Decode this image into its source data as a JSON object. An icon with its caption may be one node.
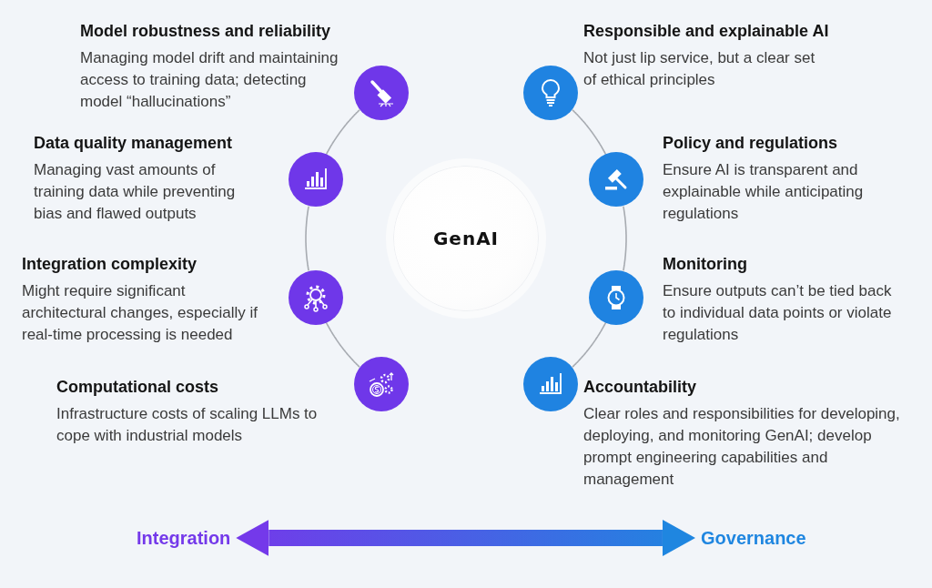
{
  "diagram": {
    "nodes": [
      {
        "text": [],
        "shape": "circle",
        "beside": [
          "Model robustness and reliability",
          "Managing model drift and maintaining access to training data; detecting model “hallucinations”"
        ]
      },
      {
        "text": [],
        "shape": "circle",
        "beside": [
          "Responsible and explainable AI",
          "Not just lip service, but a clear set of ethical principles"
        ]
      },
      {
        "text": [],
        "shape": "circle",
        "beside": [
          "Data quality management",
          "Managing vast amounts of training data while preventing bias and flawed outputs"
        ]
      },
      {
        "text": [],
        "shape": "circle",
        "beside": [
          "Policy and regulations",
          "Ensure AI is transparent and explainable while anticipating regulations"
        ]
      },
      {
        "text": [
          "GenAI"
        ]
      },
      {
        "text": [],
        "shape": "circle",
        "beside": [
          "Integration complexity",
          "Might require significant architectural changes, especially if real-time processing is needed"
        ]
      },
      {
        "text": [],
        "shape": "circle",
        "beside": [
          "Monitoring",
          "Ensure outputs can’t be tied back to individual data points or violate regulations"
        ]
      },
      {
        "text": [],
        "shape": "circle",
        "beside": [
          "Computational costs",
          "Infrastructure costs of scaling LLMs to cope with industrial models"
        ]
      },
      {
        "text": [],
        "shape": "circle",
        "beside": [
          "Accountability",
          "Clear roles and responsibilities for developing, deploying, and monitoring GenAI; develop prompt engineering capabilities and management"
        ]
      },
      {
        "text": [
          "Integration"
        ]
      },
      {
        "text": [
          "Governance"
        ]
      }
    ],
    "edges": [
      {
        "from": 0,
        "to": 2,
        "arrow": "none"
      },
      {
        "from": 2,
        "to": 5,
        "arrow": "none"
      },
      {
        "from": 5,
        "to": 7,
        "arrow": "none"
      },
      {
        "from": 1,
        "to": 3,
        "arrow": "none"
      },
      {
        "from": 3,
        "to": 6,
        "arrow": "none"
      },
      {
        "from": 6,
        "to": 8,
        "arrow": "none"
      },
      {
        "from": 9,
        "to": 10,
        "arrow": "both",
        "style": "thick"
      }
    ]
  }
}
